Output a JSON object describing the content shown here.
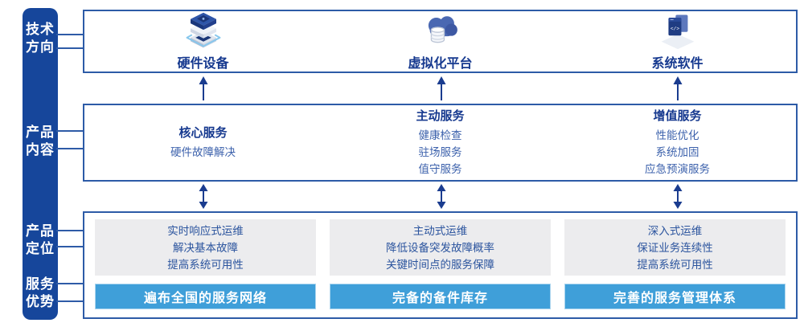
{
  "colors": {
    "sidebar_bg": "#16469B",
    "box_border": "#2D5BA7",
    "heading_text": "#16398F",
    "body_text": "#3D62AC",
    "gray_card_bg": "#ECECEE",
    "card_text": "#2B549E",
    "advantage_bar_bg": "#3F9FD9",
    "arrow": "#1A3C8F"
  },
  "sidebar": {
    "labels": [
      {
        "line1": "技术",
        "line2": "方向"
      },
      {
        "line1": "产品",
        "line2": "内容"
      },
      {
        "line1": "产品",
        "line2": "定位"
      },
      {
        "line1": "服务",
        "line2": "优势"
      }
    ]
  },
  "tech_direction_row": {
    "items": [
      {
        "icon": "hardware-stack-icon",
        "label": "硬件设备"
      },
      {
        "icon": "cloud-database-icon",
        "label": "虚拟化平台"
      },
      {
        "icon": "code-window-icon",
        "label": "系统软件"
      }
    ]
  },
  "product_content_row": {
    "columns": [
      {
        "title": "核心服务",
        "items": [
          "硬件故障解决"
        ]
      },
      {
        "title": "主动服务",
        "items": [
          "健康检查",
          "驻场服务",
          "值守服务"
        ]
      },
      {
        "title": "增值服务",
        "items": [
          "性能优化",
          "系统加固",
          "应急预演服务"
        ]
      }
    ]
  },
  "product_position_row": {
    "columns": [
      {
        "lines": [
          "实时响应式运维",
          "解决基本故障",
          "提高系统可用性"
        ],
        "advantage": "遍布全国的服务网络"
      },
      {
        "lines": [
          "主动式运维",
          "降低设备突发故障概率",
          "关键时间点的服务保障"
        ],
        "advantage": "完备的备件库存"
      },
      {
        "lines": [
          "深入式运维",
          "保证业务连续性",
          "提高系统可用性"
        ],
        "advantage": "完善的服务管理体系"
      }
    ]
  },
  "icon_glyphs": {
    "code": "</>"
  }
}
